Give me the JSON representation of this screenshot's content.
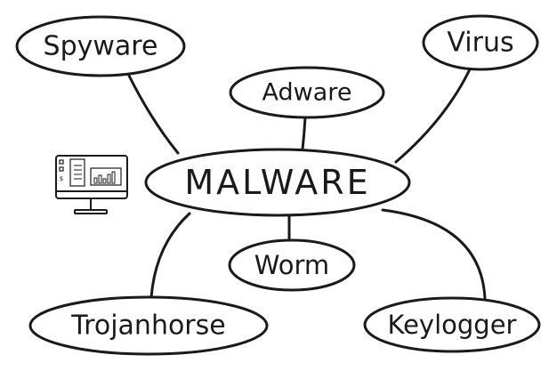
{
  "diagram": {
    "type": "mind-map",
    "center": {
      "label": "MALWARE"
    },
    "nodes": [
      {
        "label": "Spyware"
      },
      {
        "label": "Adware"
      },
      {
        "label": "Virus"
      },
      {
        "label": "Trojanhorse"
      },
      {
        "label": "Worm"
      },
      {
        "label": "Keylogger"
      }
    ],
    "icon": "computer-monitor-dashboard-icon",
    "icon_symbol": "$",
    "colors": {
      "ink": "#1a1a1a",
      "background": "#ffffff"
    }
  }
}
